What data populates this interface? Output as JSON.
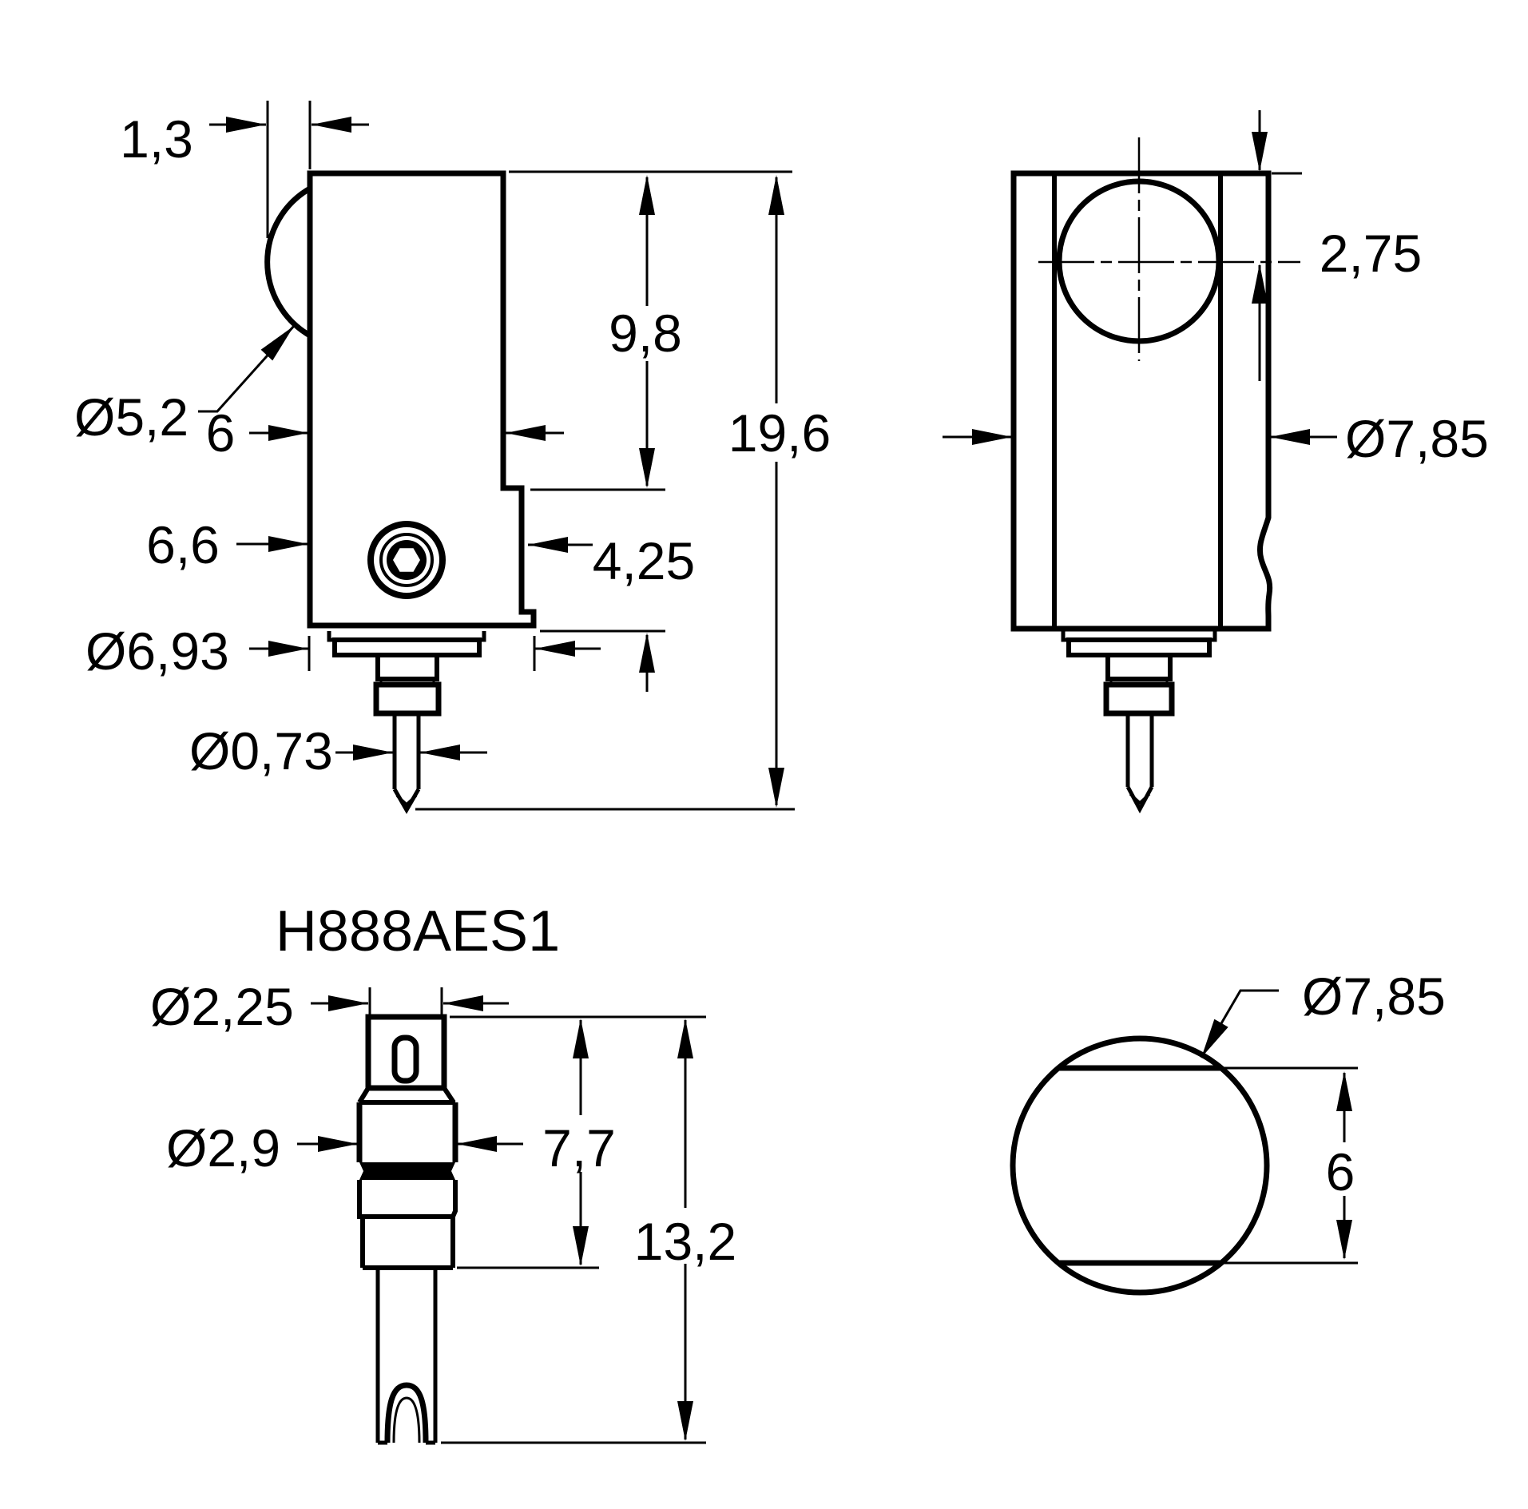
{
  "drawing": {
    "part_number": "H888AES1",
    "ink_color": "#000000",
    "paper_color": "#ffffff"
  },
  "labels": {
    "dim_1_3": "1,3",
    "dia_5_2": "Ø5,2",
    "dim_6_width": "6",
    "dim_6_6": "6,6",
    "dia_6_93": "Ø6,93",
    "dia_0_73": "Ø0,73",
    "dim_9_8": "9,8",
    "dim_19_6": "19,6",
    "dim_4_25": "4,25",
    "dim_2_75": "2,75",
    "dia_7_85_front": "Ø7,85",
    "dia_2_25": "Ø2,25",
    "dia_2_9": "Ø2,9",
    "dim_7_7": "7,7",
    "dim_13_2": "13,2",
    "dia_7_85_bottom": "Ø7,85",
    "dim_6_flats": "6"
  }
}
